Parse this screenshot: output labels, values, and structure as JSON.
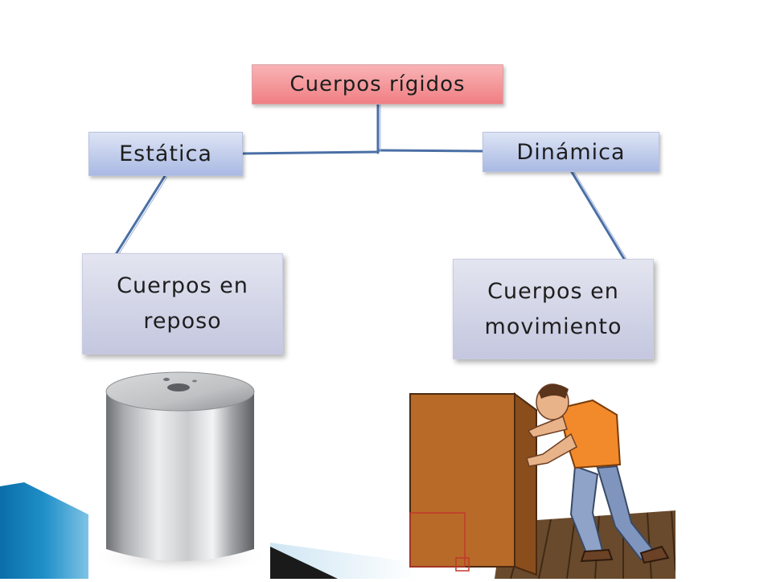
{
  "diagram": {
    "root": "Cuerpos rígidos",
    "left_branch": "Estática",
    "right_branch": "Dinámica",
    "left_leaf": "Cuerpos en reposo",
    "right_leaf": "Cuerpos en movimiento"
  },
  "images": {
    "left": "metal-cylinder-image",
    "right": "man-pushing-box-image"
  },
  "colors": {
    "root_fill": "#f3898d",
    "branch_fill": "#bccaed",
    "leaf_fill": "#d3d5e8",
    "connector": "#4a6fa5",
    "bottom_accent": "#0f7cc0"
  }
}
